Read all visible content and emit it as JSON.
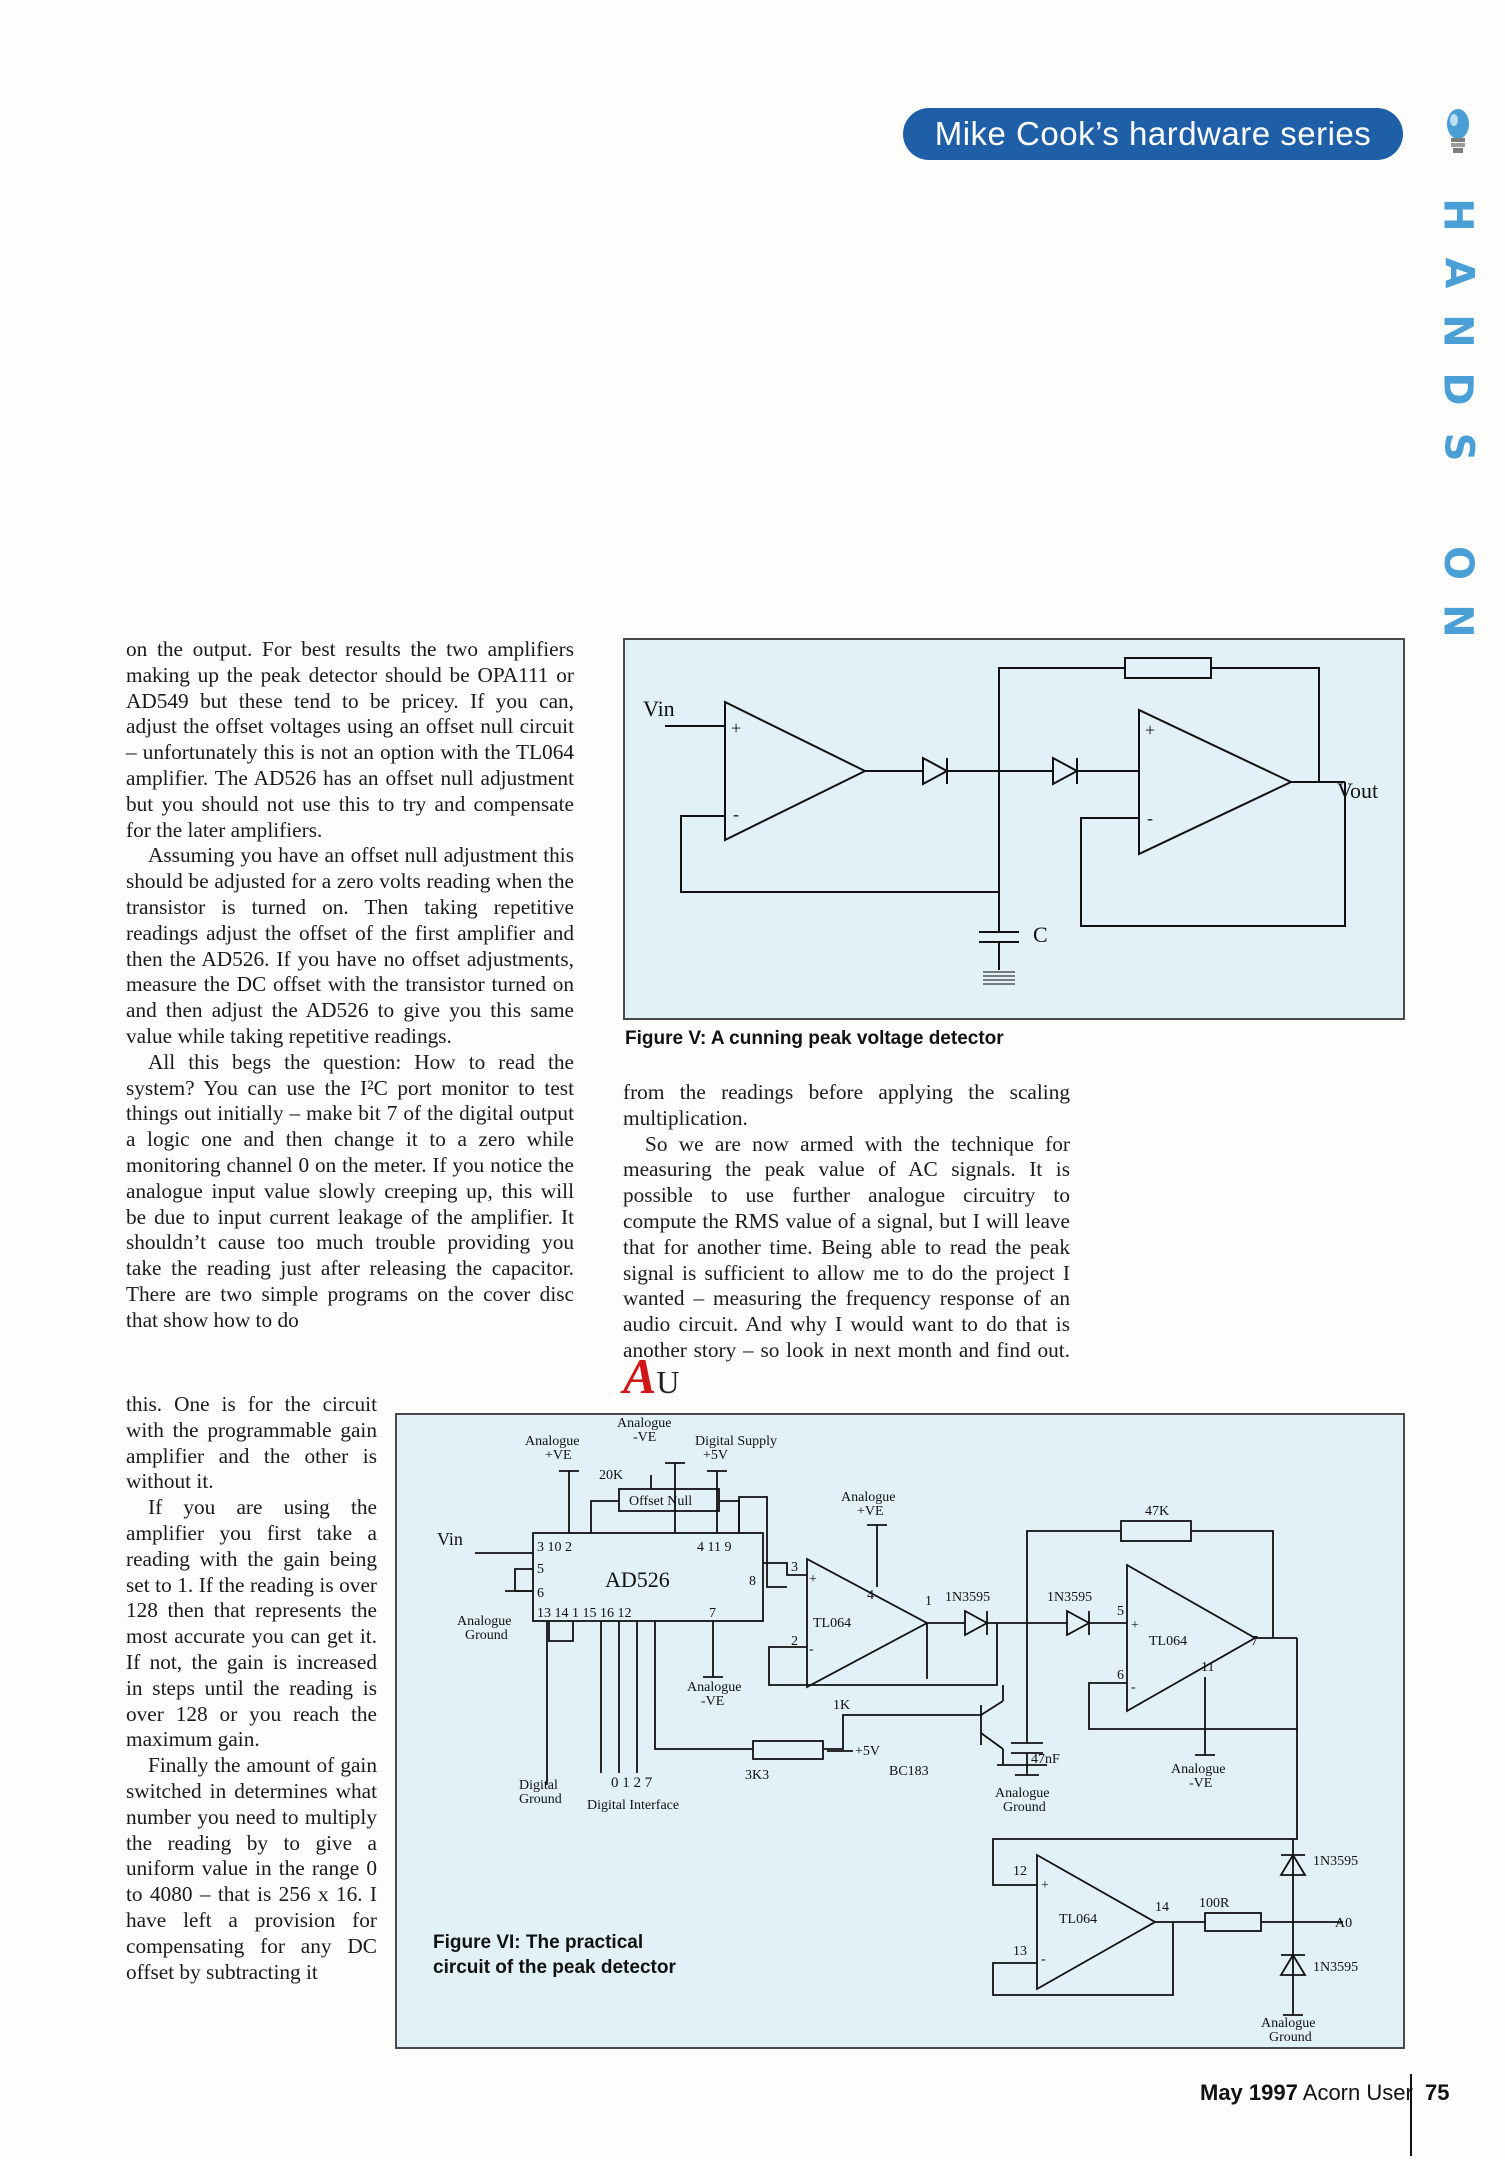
{
  "header": {
    "series_title": "Mike Cook’s hardware series"
  },
  "side_rail": {
    "letters": [
      "H",
      "A",
      "N",
      "D",
      "S",
      "",
      "O",
      "N"
    ]
  },
  "column_left": {
    "paragraphs": [
      "on the output. For best results the two amplifiers making up the peak detector should be OPA111 or AD549 but these tend to be pricey. If you can, adjust the offset voltages using an offset null circuit – unfortunately this is not an option with the TL064 amplifier. The AD526 has an offset null adjustment but you should not use this to try and compensate for the later amplifiers.",
      "Assuming you have an offset null adjustment this should be adjusted for a zero volts reading when the transistor is turned on. Then taking repetitive readings adjust the offset of the first amplifier and then the AD526. If you have no offset adjustments, measure the DC offset with the transistor turned on and then adjust the AD526 to give you this same value while taking repetitive readings.",
      "All this begs the question: How to read the system? You can use the I²C port monitor to test things out initially – make bit 7 of the digital output a logic one and then change it to a zero while monitoring channel 0 on the meter. If you notice the analogue input value slowly creeping up, this will be due to input current leakage of the amplifier. It shouldn’t cause too much trouble providing you take the reading just after releasing the capacitor. There are two simple programs on the cover disc that show how to do"
    ],
    "narrow_paragraphs": [
      "this. One is for the circuit with the programmable gain amplifier and the other is without it.",
      "If you are using the amplifier you first take a reading with the gain being set to 1. If the reading is over 128 then that represents the most accurate you can get it. If not, the gain is increased in steps until the reading is over 128 or you reach the maximum gain.",
      "Finally the amount of gain switched in determines what number you need to multiply the reading by to give a uniform value in the range 0 to 4080 – that is 256 x 16. I have left a provision for compensating for any DC offset by subtracting it"
    ]
  },
  "column_mid": {
    "paragraphs": [
      "from the readings before applying the scaling multiplication.",
      "So we are now armed with the technique for measuring the peak value of AC signals. It is possible to use further analogue circuitry to compute the RMS value of a signal, but I will leave that for another time. Being able to read the peak signal is sufficient to allow me to do the project I wanted – measuring the frequency response of an audio circuit. And why I would want to do that is another story – so look in next month and find out."
    ],
    "end_mark": {
      "a": "A",
      "u": "U"
    }
  },
  "figure5": {
    "caption": "Figure V: A cunning peak voltage detector",
    "labels": {
      "vin": "Vin",
      "vout": "Vout",
      "cap": "C",
      "plus": "+",
      "minus": "-"
    }
  },
  "figure6": {
    "caption": "Figure VI: The practical circuit of the peak detector",
    "labels": {
      "analogue": "Analogue",
      "neg_ve": "-VE",
      "pos_ve": "+VE",
      "digital_supply": "Digital Supply",
      "plus5v": "+5V",
      "r20k": "20K",
      "offset_null": "Offset Null",
      "vin": "Vin",
      "ad526": "AD526",
      "pins_top": "3 10   2",
      "pins_top_r": "4 11  9",
      "pin5": "5",
      "pin6": "6",
      "pins_bottom": "13  14   1   15  16  12",
      "pin7": "7",
      "pin8": "8",
      "analogue_ground": "Analogue Ground",
      "ground": "Ground",
      "digital_ground": "Digital Ground",
      "digital": "Digital",
      "digital_interface": "Digital Interface",
      "bits": "0   1   2   7",
      "r3k3": "3K3",
      "r1k": "1K",
      "bc183": "BC183",
      "tl064": "TL064",
      "n3": "3",
      "n2": "2",
      "n4": "4",
      "n1": "1",
      "n5": "5",
      "n6": "6",
      "n7": "7",
      "n11": "11",
      "n12": "12",
      "n13": "13",
      "n14": "14",
      "diode": "1N3595",
      "r47k": "47K",
      "c47nf": "47nF",
      "r100r": "100R",
      "a0": "A0",
      "plus": "+",
      "minus": "-"
    }
  },
  "footer": {
    "date": "May 1997",
    "magazine": "Acorn User",
    "page": "75"
  }
}
